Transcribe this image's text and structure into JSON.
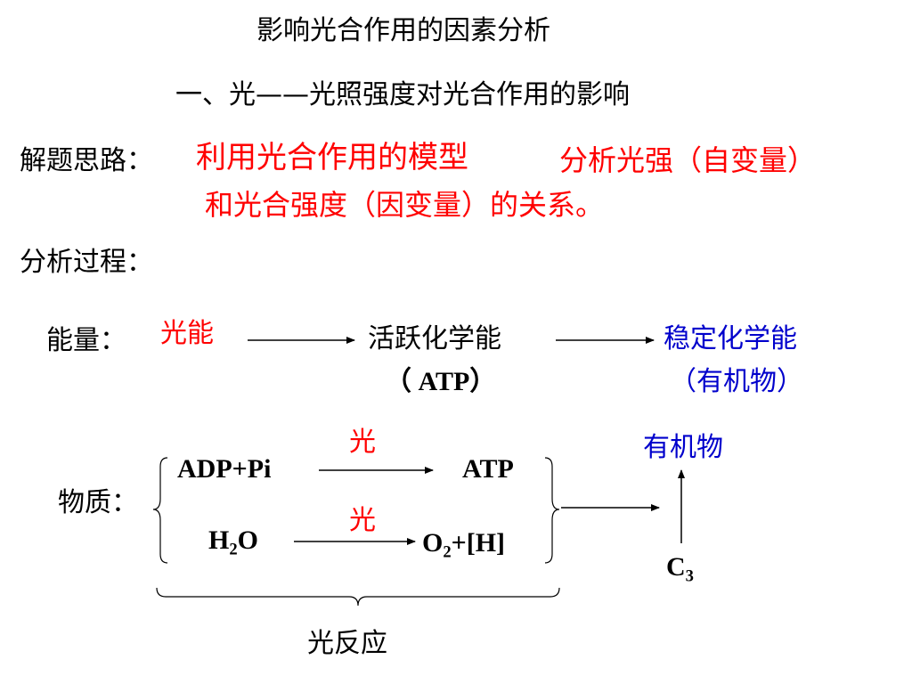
{
  "title": "影响光合作用的因素分析",
  "subtitle": "一、光——光照强度对光合作用的影响",
  "approach": {
    "label": "解题思路：",
    "line1_emph": "利用光合作用的模型",
    "line1_rest": "分析光强（自变量）",
    "line2": "和光合强度（因变量）的关系。"
  },
  "process_label": "分析过程：",
  "energy": {
    "label": "能量：",
    "light_energy": "光能",
    "active_chem": "活跃化学能",
    "active_chem_sub": "（ ATP）",
    "stable_chem": "稳定化学能",
    "stable_chem_sub": "（有机物）"
  },
  "matter": {
    "label": "物质：",
    "adp": "ADP+Pi",
    "atp": "ATP",
    "light1": "光",
    "h2o_main": "H",
    "h2o_sub": "2",
    "h2o_tail": "O",
    "light2": "光",
    "o2_main": "O",
    "o2_sub": "2",
    "o2_tail": "+[H]",
    "organic": "有机物",
    "c3_main": "C",
    "c3_sub": "3",
    "light_reaction": "光反应"
  },
  "colors": {
    "red": "#ff0000",
    "blue": "#0000cc",
    "black": "#000000"
  }
}
